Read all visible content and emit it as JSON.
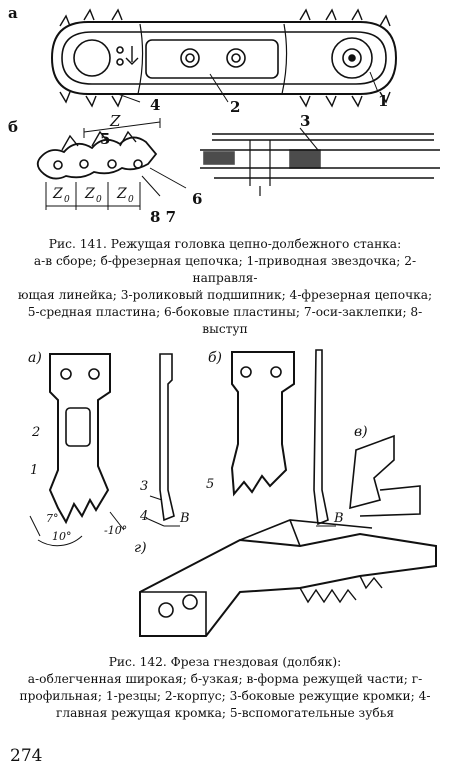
{
  "fig141": {
    "labels": {
      "a": "а",
      "b": "б",
      "n1": "1",
      "n2": "2",
      "n3": "3",
      "n4": "4",
      "n5": "5",
      "n6": "6",
      "n87": "8 7",
      "z": "Z",
      "z0a": "Z",
      "z0b": "Z",
      "z0c": "Z",
      "sub0": "0"
    },
    "caption_line1": "Рис. 141. Режущая головка цепно-долбежного станка:",
    "caption_line2": "а-в сборе; б-фрезерная цепочка; 1-приводная звездочка; 2-направля-",
    "caption_line3": "ющая линейка; 3-роликовый подшипник; 4-фрезерная цепочка;",
    "caption_line4": "5-средная пластина; 6-боковые пластины; 7-оси-заклепки; 8-выступ"
  },
  "fig142": {
    "labels": {
      "a": "а)",
      "b": "б)",
      "v": "в)",
      "g": "г)",
      "n1": "1",
      "n2": "2",
      "n3": "3",
      "n4": "4",
      "n5": "5",
      "B1": "B",
      "B2": "B",
      "ang1": "7°",
      "ang2": "10°",
      "ang3": "-10°"
    },
    "caption_line1": "Рис. 142. Фреза гнездовая (долбяк):",
    "caption_line2": "а-облегченная широкая; б-узкая; в-форма режущей части; г-",
    "caption_line3": "профильная; 1-резцы; 2-корпус; 3-боковые режущие кромки; 4-",
    "caption_line4": "главная режущая кромка; 5-вспомогательные зубья"
  },
  "page_number": "274"
}
